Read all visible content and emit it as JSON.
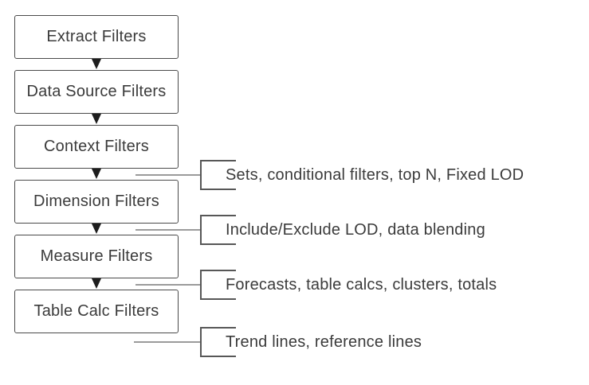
{
  "diagram": {
    "boxes": [
      {
        "label": "Extract Filters"
      },
      {
        "label": "Data Source Filters"
      },
      {
        "label": "Context Filters"
      },
      {
        "label": "Dimension Filters"
      },
      {
        "label": "Measure Filters"
      },
      {
        "label": "Table Calc Filters"
      }
    ],
    "annotations": [
      {
        "label": "Sets, conditional filters, top N, Fixed LOD"
      },
      {
        "label": "Include/Exclude LOD, data blending"
      },
      {
        "label": "Forecasts, table calcs, clusters, totals"
      },
      {
        "label": "Trend lines, reference lines"
      }
    ],
    "colors": {
      "background": "#ffffff",
      "box_border": "#4a4a4a",
      "text": "#3b3b3b",
      "connector_line": "#9b9b9b",
      "bracket": "#575757",
      "arrow": "#1d1d1d"
    }
  }
}
